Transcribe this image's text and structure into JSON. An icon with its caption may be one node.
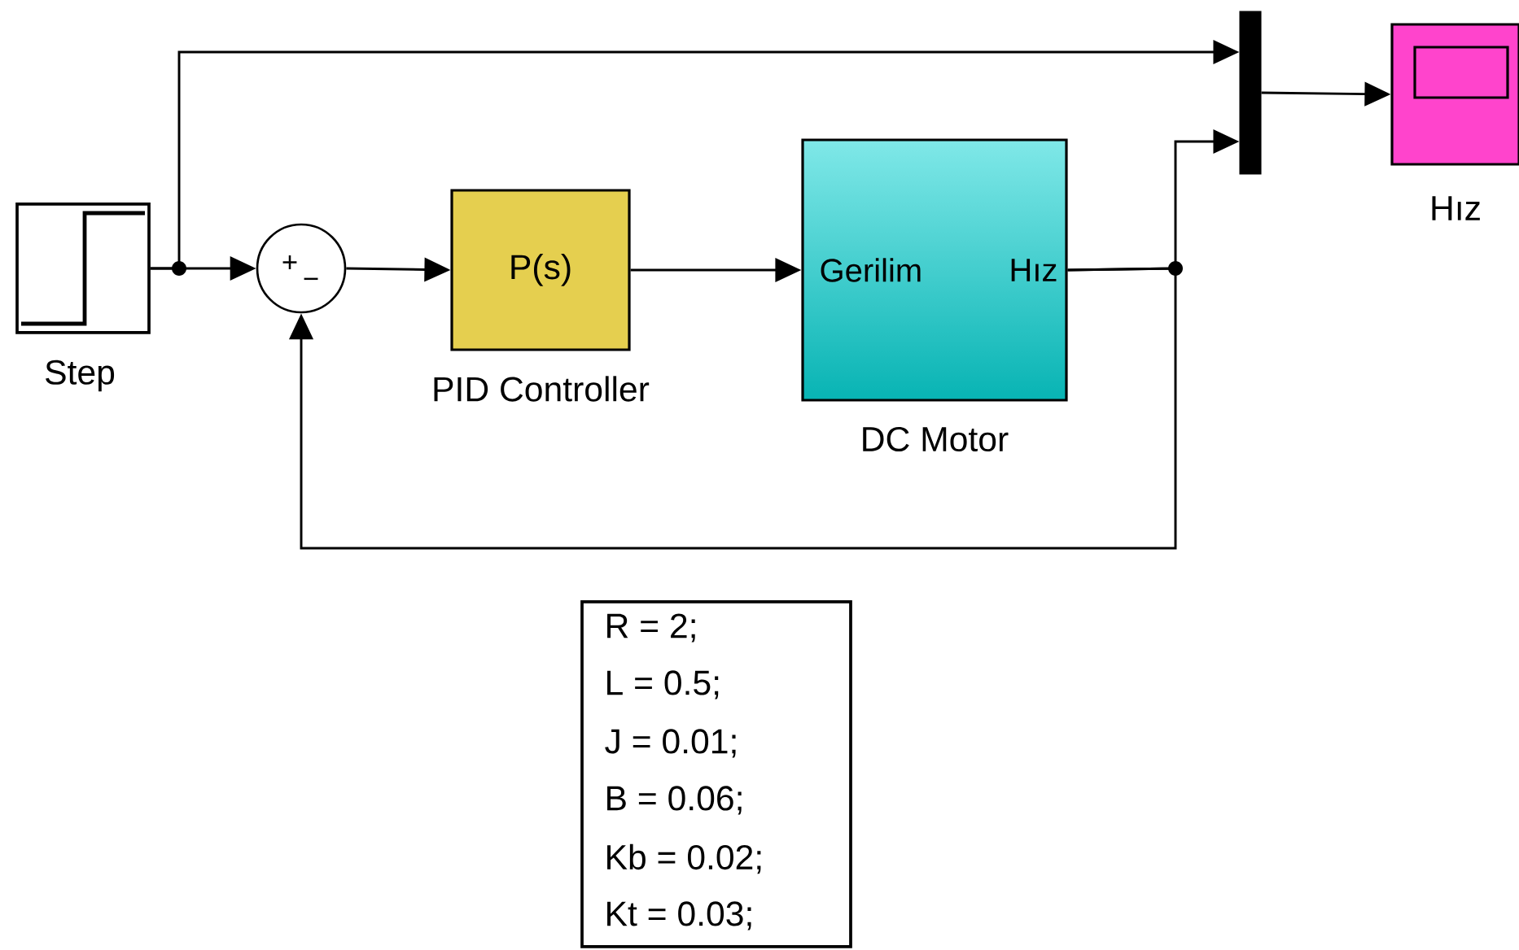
{
  "diagram": {
    "nodes": [
      {
        "text": [
          "Step"
        ]
      },
      {
        "text": [
          "+",
          "−"
        ]
      },
      {
        "text": [
          "P(s)",
          "PID Controller"
        ]
      },
      {
        "text": [
          "Gerilim",
          "Hız",
          "DC Motor"
        ]
      },
      {
        "text": [],
        "shape": "bar"
      },
      {
        "text": [
          "Hız"
        ]
      },
      {
        "text": [
          "R = 2;",
          "L = 0.5;",
          "J = 0.01;",
          "B = 0.06;",
          "Kb = 0.02;",
          "Kt = 0.03;"
        ]
      }
    ],
    "edges": [
      {
        "from": 0,
        "to": 1,
        "arrow": "to"
      },
      {
        "from": 0,
        "to": 4,
        "arrow": "to"
      },
      {
        "from": 1,
        "to": 2,
        "arrow": "to"
      },
      {
        "from": 2,
        "to": 3,
        "arrow": "to"
      },
      {
        "from": 3,
        "to": 4,
        "arrow": "to"
      },
      {
        "from": 3,
        "to": 1,
        "arrow": "to"
      },
      {
        "from": 4,
        "to": 5,
        "arrow": "to"
      }
    ]
  }
}
